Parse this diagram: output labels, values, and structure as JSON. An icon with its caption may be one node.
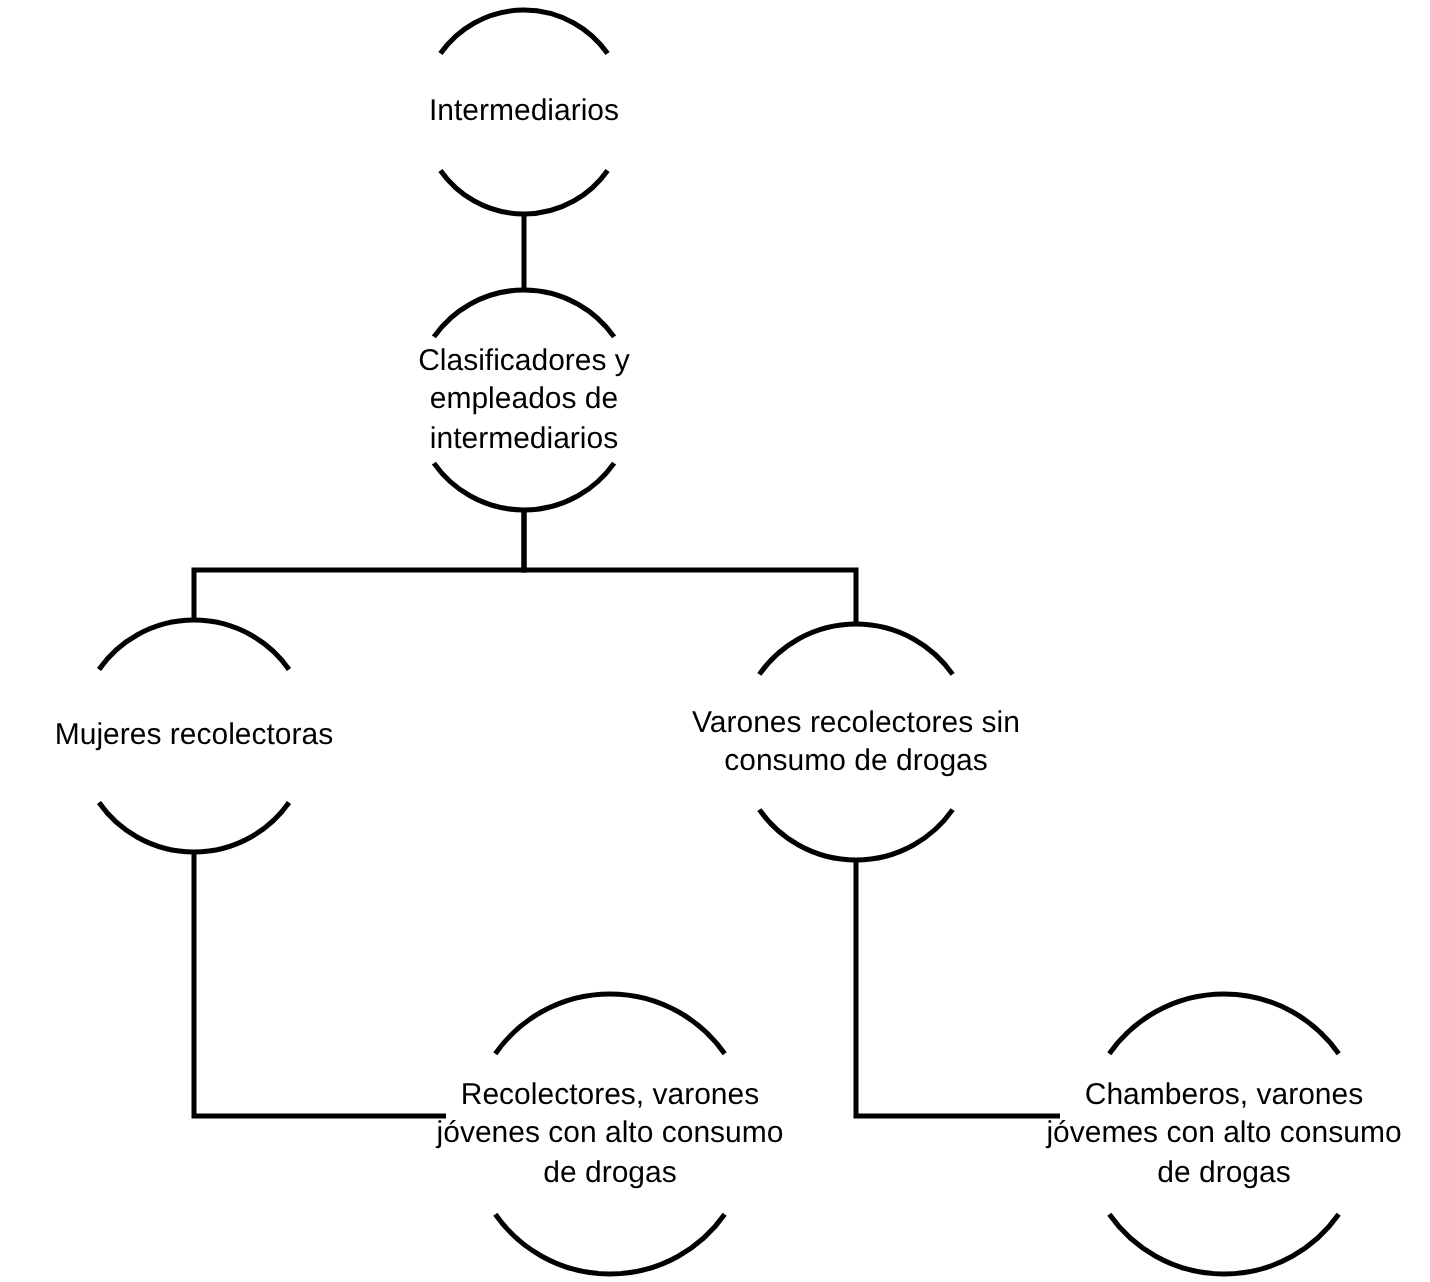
{
  "diagram": {
    "nodes": [
      {
        "text": [
          "Intermediarios"
        ]
      },
      {
        "text": [
          "Clasificadores y empleados de intermediarios"
        ]
      },
      {
        "text": [
          "Mujeres recolectoras"
        ]
      },
      {
        "text": [
          "Varones recolectores sin consumo de drogas"
        ]
      },
      {
        "text": [
          "Recolectores, varones jóvenes con alto consumo de drogas"
        ]
      },
      {
        "text": [
          "Chamberos, varones jóvemes con alto consumo de drogas"
        ]
      }
    ],
    "edges": [
      {
        "from": 0,
        "to": 1,
        "arrow": "none"
      },
      {
        "from": 1,
        "to": 2,
        "arrow": "none"
      },
      {
        "from": 1,
        "to": 3,
        "arrow": "none"
      },
      {
        "from": 2,
        "to": 4,
        "arrow": "none"
      },
      {
        "from": 3,
        "to": 5,
        "arrow": "none"
      }
    ]
  }
}
